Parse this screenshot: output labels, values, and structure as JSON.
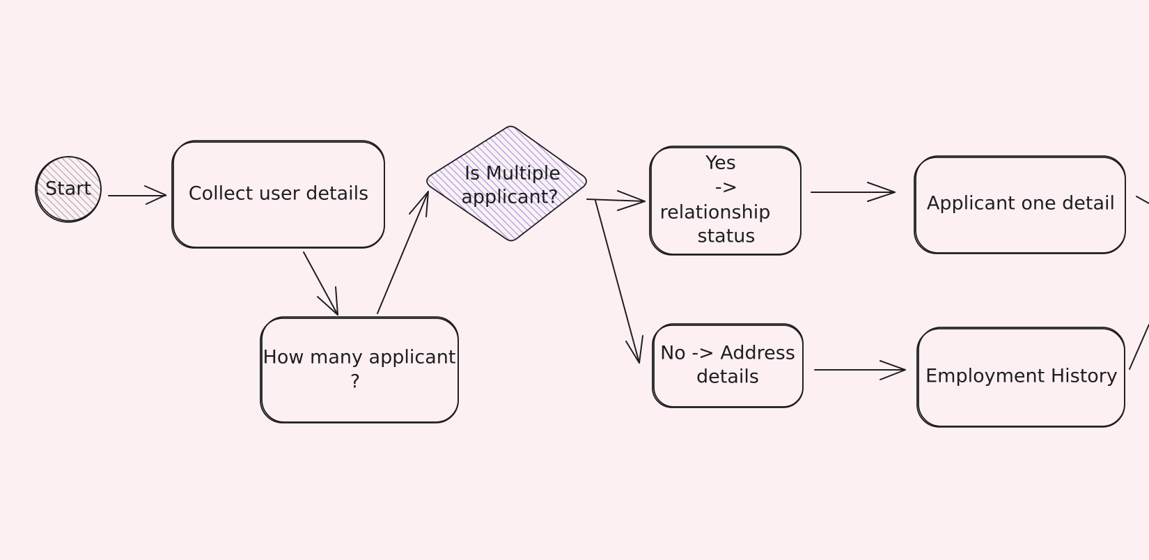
{
  "diagram": {
    "background": "#fdf0f3",
    "stroke_color": "#1e1e1e",
    "start_fill_color": "#a8a3ab",
    "decision_fill_color": "#7b82e6",
    "nodes": {
      "start": {
        "label": "Start"
      },
      "collect_user_details": {
        "label": "Collect user details"
      },
      "how_many_applicant": {
        "line1": "How many applicant",
        "line2": "?"
      },
      "is_multiple_applicant": {
        "line1": "Is Multiple",
        "line2": "applicant?"
      },
      "yes_relationship_status": {
        "line1": "Yes",
        "line2": "->",
        "line3": "relationship",
        "line4": "status"
      },
      "no_address_details": {
        "line1": "No -> Address",
        "line2": "details"
      },
      "applicant_one_detail": {
        "label": "Applicant one detail"
      },
      "employment_history": {
        "label": "Employment History"
      }
    }
  }
}
